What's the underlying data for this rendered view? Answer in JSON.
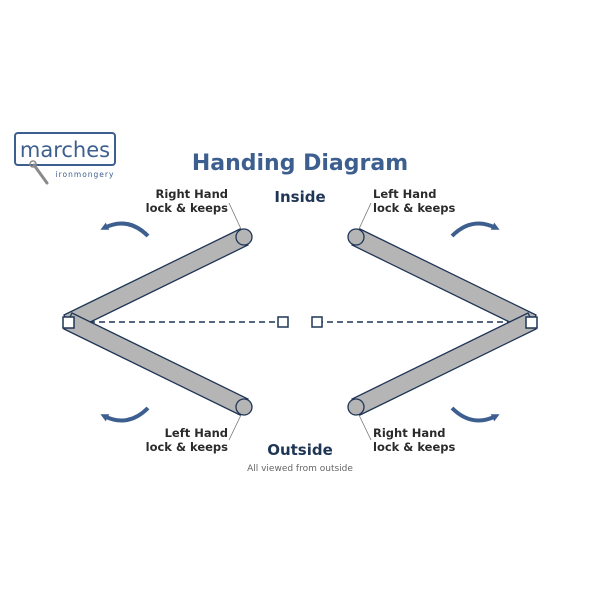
{
  "logo": {
    "name": "marches",
    "tagline": "ironmongery"
  },
  "title": "Handing Diagram",
  "inside_label": "Inside",
  "outside_label": "Outside",
  "footnote": "All viewed from outside",
  "labels": {
    "top_left": [
      "Right Hand",
      "lock & keeps"
    ],
    "top_right": [
      "Left Hand",
      "lock & keeps"
    ],
    "bottom_left": [
      "Left Hand",
      "lock & keeps"
    ],
    "bottom_right": [
      "Right Hand",
      "lock & keeps"
    ]
  },
  "colors": {
    "brand": "#3d5f8f",
    "outline": "#1f3556",
    "door_fill": "#b5b5b5",
    "arrow": "#3d5f8f",
    "label_text": "#2b2b2b"
  }
}
